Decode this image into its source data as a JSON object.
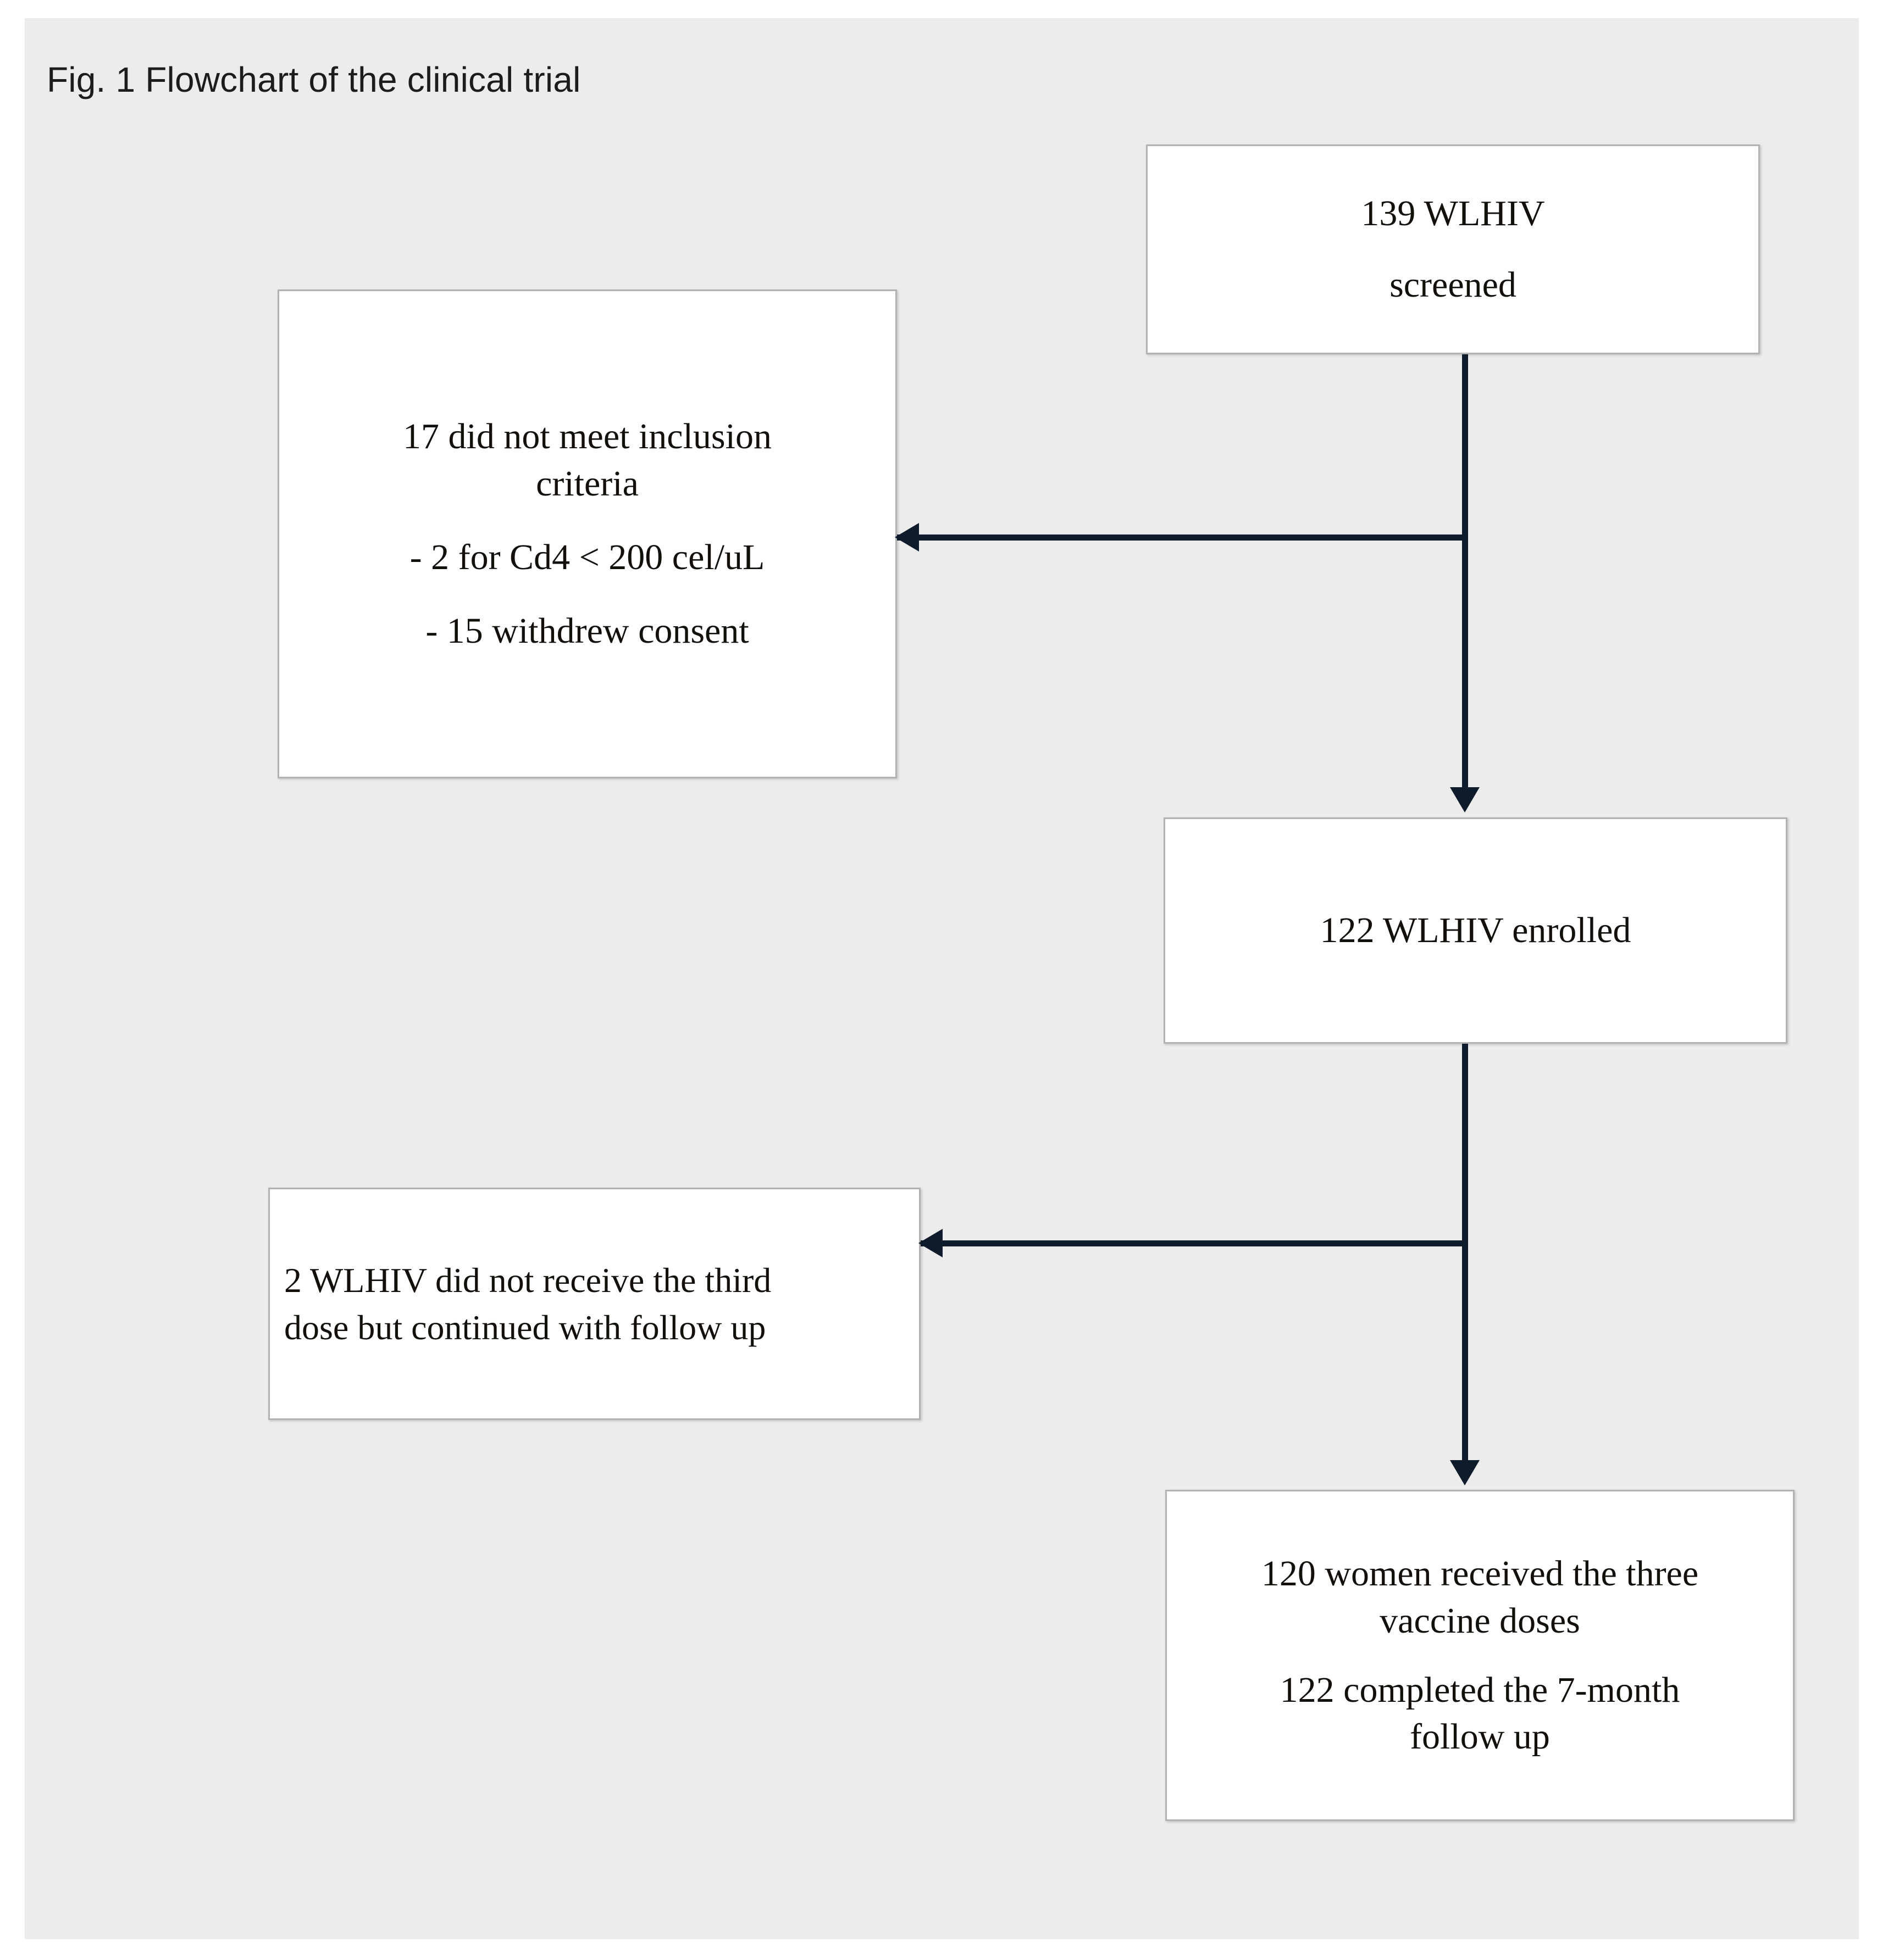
{
  "figure": {
    "caption": "Fig. 1 Flowchart of the clinical trial",
    "background_color": "#ececec",
    "page_color": "#ffffff",
    "box_fill": "#ffffff",
    "box_border_color": "#b2b2b2",
    "connector_color": "#0d1b2b",
    "text_color": "#13100c"
  },
  "chart_data": {
    "type": "diagram",
    "title": "Fig. 1 Flowchart of the clinical trial",
    "nodes": [
      {
        "id": "screened",
        "align": "center",
        "lines": [
          "139 WLHIV",
          "screened"
        ]
      },
      {
        "id": "excluded",
        "align": "center",
        "lines": [
          "17 did not meet inclusion",
          "criteria",
          "- 2 for Cd4 < 200 cel/uL",
          "- 15 withdrew consent"
        ]
      },
      {
        "id": "enrolled",
        "align": "center",
        "lines": [
          "122 WLHIV enrolled"
        ]
      },
      {
        "id": "no_third_dose",
        "align": "left",
        "lines": [
          "2 WLHIV did not receive the third dose but continued with follow up"
        ]
      },
      {
        "id": "completed",
        "align": "center",
        "lines": [
          "120 women received the three",
          "vaccine doses",
          "122 completed the 7-month",
          "follow up"
        ]
      }
    ],
    "edges": [
      {
        "from": "screened",
        "to": "enrolled",
        "direction": "down"
      },
      {
        "from": "screened",
        "to": "excluded",
        "direction": "left"
      },
      {
        "from": "enrolled",
        "to": "completed",
        "direction": "down"
      },
      {
        "from": "enrolled",
        "to": "no_third_dose",
        "direction": "left"
      }
    ]
  },
  "nodes": {
    "screened": {
      "line1": "139 WLHIV",
      "line2": "screened"
    },
    "excluded": {
      "para1_line1": "17 did not meet inclusion",
      "para1_line2": "criteria",
      "para2": "- 2 for Cd4 < 200 cel/uL",
      "para3": "- 15 withdrew consent"
    },
    "enrolled": {
      "line1": "122 WLHIV enrolled"
    },
    "no_third_dose": {
      "line1": "2 WLHIV did not receive the third",
      "line2": "dose but continued with follow up"
    },
    "completed": {
      "para1_line1": "120 women received the three",
      "para1_line2": "vaccine doses",
      "para2_line1": "122 completed the 7-month",
      "para2_line2": "follow up"
    }
  }
}
